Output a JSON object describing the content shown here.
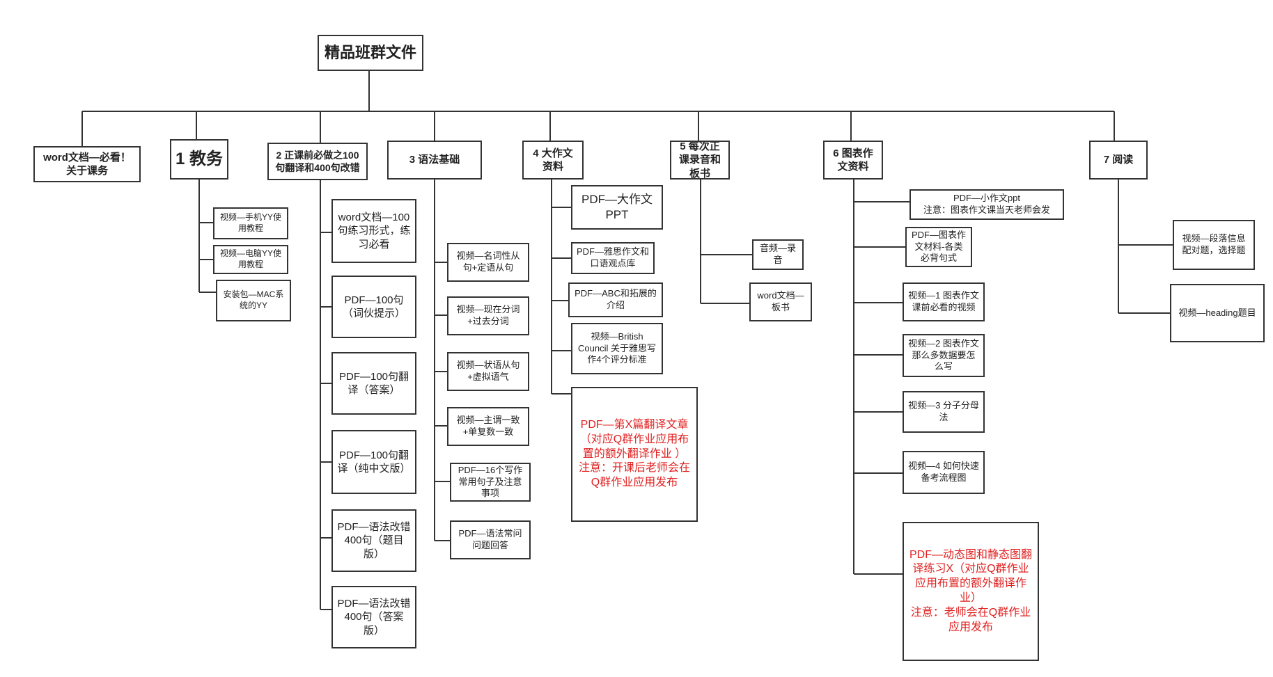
{
  "root": "精品班群文件",
  "categories": [
    {
      "id": "c0",
      "label": "word文档—必看！关于课务"
    },
    {
      "id": "c1",
      "label": "1 教务"
    },
    {
      "id": "c2",
      "label": "2 正课前必做之100句翻译和400句改错"
    },
    {
      "id": "c3",
      "label": "3 语法基础"
    },
    {
      "id": "c4",
      "label": "4 大作文资料"
    },
    {
      "id": "c5",
      "label": "5 每次正课录音和板书"
    },
    {
      "id": "c6",
      "label": "6 图表作文资料"
    },
    {
      "id": "c7",
      "label": "7 阅读"
    }
  ],
  "leaves": {
    "c1": [
      "视频—手机YY使用教程",
      "视频—电脑YY使用教程",
      "安装包—MAC系统的YY"
    ],
    "c2": [
      "word文档—100句练习形式，练习必看",
      "PDF—100句（词伙提示）",
      "PDF—100句翻译（答案）",
      "PDF—100句翻译（纯中文版）",
      "PDF—语法改错400句（题目版）",
      "PDF—语法改错400句（答案版）"
    ],
    "c3": [
      "视频—名词性从句+定语从句",
      "视频—现在分词+过去分词",
      "视频—状语从句+虚拟语气",
      "视频—主谓一致+单复数一致",
      "PDF—16个写作常用句子及注意事项",
      "PDF—语法常问问题回答"
    ],
    "c4": [
      "PDF—大作文PPT",
      "PDF—雅思作文和口语观点库",
      "PDF—ABC和拓展的介绍",
      "视频—British Council 关于雅思写作4个评分标准",
      "PDF—第X篇翻译文章（对应Q群作业应用布置的额外翻译作业 ）\n注意：开课后老师会在Q群作业应用发布"
    ],
    "c5": [
      "音频—录音",
      "word文档—板书"
    ],
    "c6": [
      "PDF—小作文ppt\n注意：图表作文课当天老师会发",
      "PDF—图表作文材料-各类必背句式",
      "视频—1 图表作文课前必看的视频",
      "视频—2 图表作文那么多数据要怎么写",
      "视频—3 分子分母法",
      "视频—4 如何快速备考流程图",
      "PDF—动态图和静态图翻译练习X（对应Q群作业应用布置的额外翻译作业）\n注意：老师会在Q群作业应用发布"
    ],
    "c7": [
      "视频—段落信息配对题，选择题",
      "视频—heading题目"
    ]
  },
  "colors": {
    "line": "#333333",
    "border": "#333333",
    "highlight": "#e02020"
  }
}
